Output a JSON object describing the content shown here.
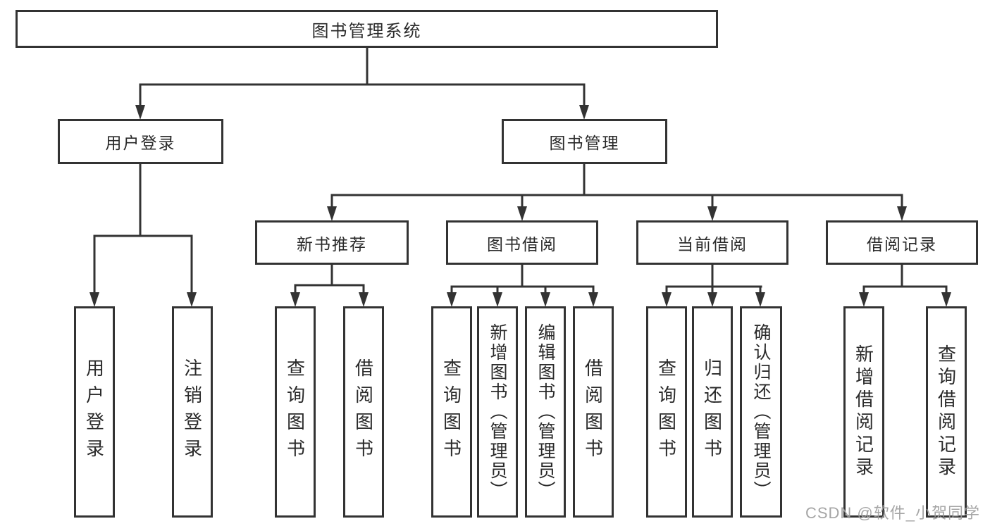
{
  "tree": {
    "root": {
      "label": "图书管理系统"
    },
    "children": [
      {
        "label": "用户登录",
        "children": [
          {
            "label": "用户登录"
          },
          {
            "label": "注销登录"
          }
        ]
      },
      {
        "label": "图书管理",
        "children": [
          {
            "label": "新书推荐",
            "children": [
              {
                "label": "查询图书"
              },
              {
                "label": "借阅图书"
              }
            ]
          },
          {
            "label": "图书借阅",
            "children": [
              {
                "label": "查询图书"
              },
              {
                "label": "新增图书（管理员）"
              },
              {
                "label": "编辑图书（管理员）"
              },
              {
                "label": "借阅图书"
              }
            ]
          },
          {
            "label": "当前借阅",
            "children": [
              {
                "label": "查询图书"
              },
              {
                "label": "归还图书"
              },
              {
                "label": "确认归还（管理员）"
              }
            ]
          },
          {
            "label": "借阅记录",
            "children": [
              {
                "label": "新增借阅记录"
              },
              {
                "label": "查询借阅记录"
              }
            ]
          }
        ]
      }
    ]
  },
  "watermark": {
    "text": "CSDN @软件_小贺同学"
  },
  "colors": {
    "line": "#333333",
    "text": "#2a2a2a",
    "watermark": "#9e9e9e",
    "background": "#ffffff"
  }
}
